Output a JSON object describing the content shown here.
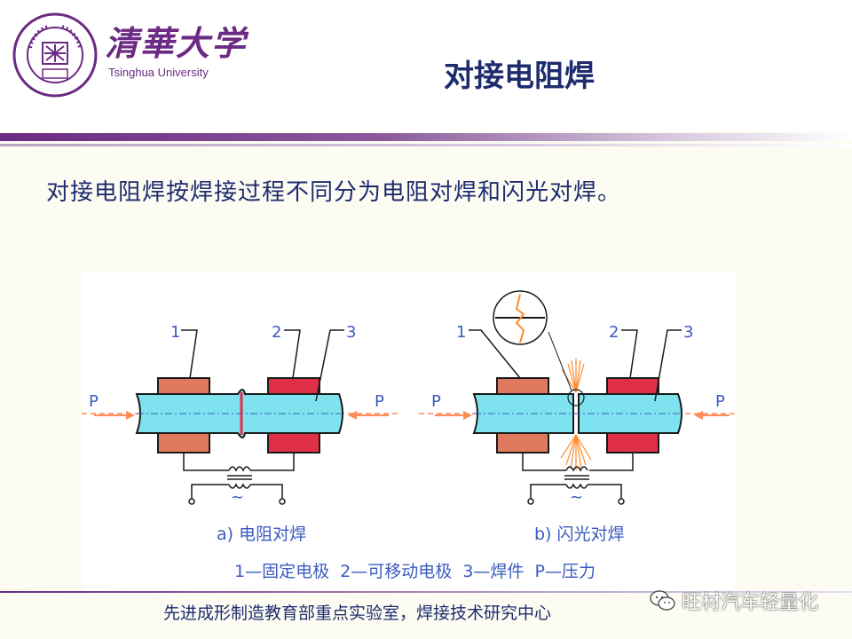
{
  "header": {
    "university_cn": "清華大学",
    "university_en": "Tsinghua University",
    "title": "对接电阻焊"
  },
  "body": {
    "intro": "对接电阻焊按焊接过程不同分为电阻对焊和闪光对焊。"
  },
  "figure": {
    "left": {
      "caption": "a) 电阻对焊",
      "labels": [
        "1",
        "2",
        "3"
      ],
      "force_left": "P",
      "force_right": "P"
    },
    "right": {
      "caption": "b) 闪光对焊",
      "labels": [
        "1",
        "2",
        "3"
      ],
      "force_left": "P",
      "force_right": "P"
    },
    "legend": "1—固定电极  2—可移动电极  3—焊件  P—压力",
    "ac_symbol": "~",
    "colors": {
      "fixed_electrode": "#e07a5f",
      "movable_electrode": "#e03048",
      "workpiece": "#7fe3ef",
      "outline": "#1a1a1a",
      "text": "#3b5bbf",
      "flash": "#ff8a2a"
    }
  },
  "footer": {
    "text": "先进成形制造教育部重点实验室，焊接技术研究中心"
  },
  "watermark": {
    "text": "旺材汽车轻量化",
    "icon": "wechat-icon"
  }
}
